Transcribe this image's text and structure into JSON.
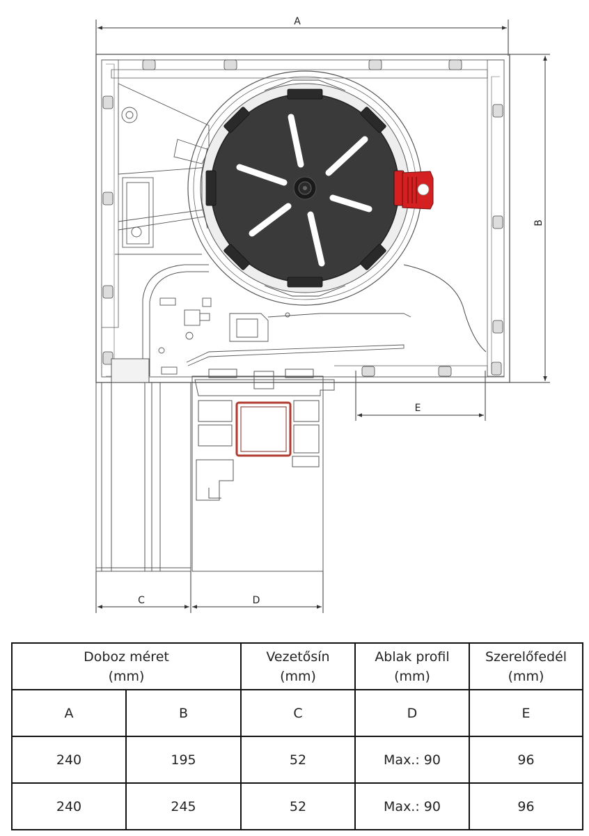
{
  "dimension_labels": {
    "a": "A",
    "b": "B",
    "c": "C",
    "d": "D",
    "e": "E"
  },
  "table": {
    "headers": [
      {
        "line1": "Doboz méret",
        "line2": "(mm)"
      },
      {
        "line1": "Vezetősín",
        "line2": "(mm)"
      },
      {
        "line1": "Ablak profil",
        "line2": "(mm)"
      },
      {
        "line1": "Szerelőfedél",
        "line2": "(mm)"
      }
    ],
    "subheaders": [
      "A",
      "B",
      "C",
      "D",
      "E"
    ],
    "rows": [
      [
        "240",
        "195",
        "52",
        "Max.: 90",
        "96"
      ],
      [
        "240",
        "245",
        "52",
        "Max.: 90",
        "96"
      ]
    ]
  },
  "colors": {
    "motor": "#3a3a3a",
    "bearing": "#d42020",
    "window_frame": "#b03a2e",
    "line": "#555555"
  }
}
